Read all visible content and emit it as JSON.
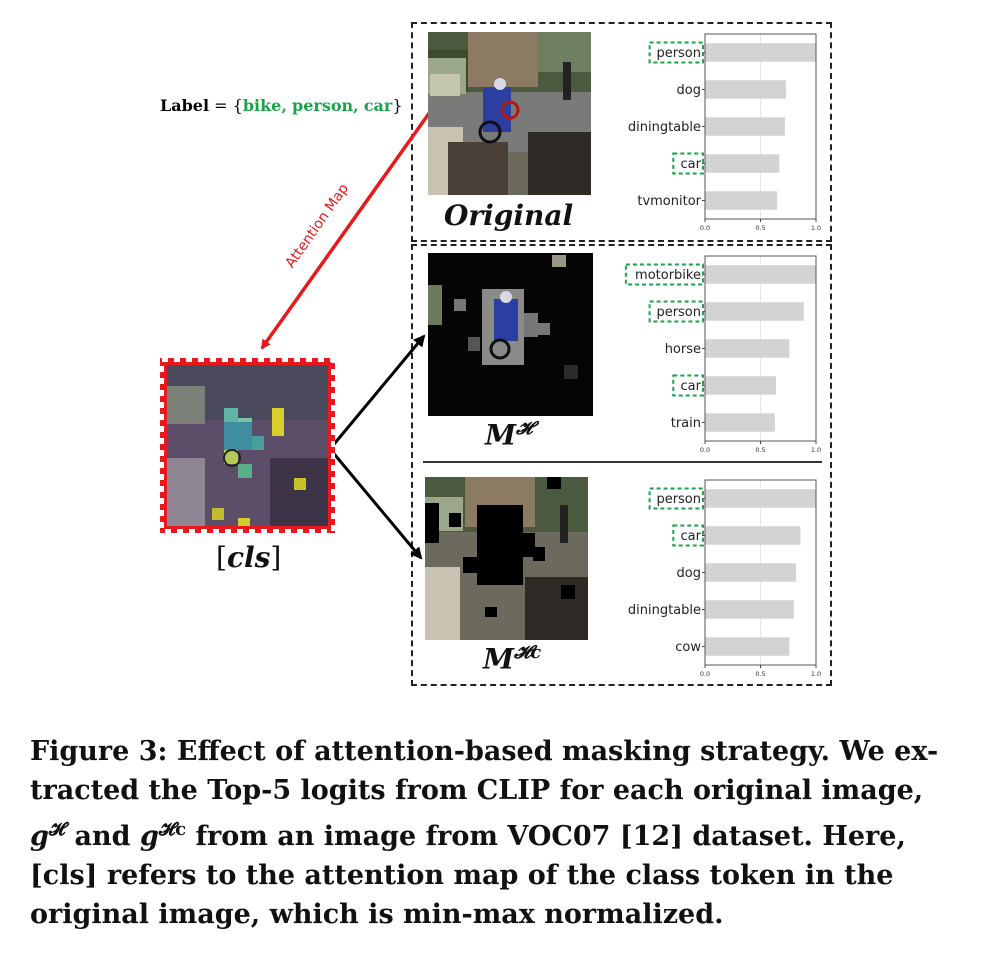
{
  "label_line": {
    "prefix": "Label",
    "eq": " = {",
    "items": [
      "bike,",
      "person,",
      "car"
    ],
    "suffix": "}"
  },
  "arrow_label": "Attention Map",
  "panels": {
    "original_label": "Original",
    "mh_label": "M",
    "mh_sup": "𝓗",
    "mhc_label": "M",
    "mhc_sup": "𝓗c",
    "cls_label": "cls"
  },
  "chart_data": [
    {
      "type": "bar",
      "orientation": "horizontal",
      "categories": [
        "person",
        "dog",
        "diningtable",
        "car",
        "tvmonitor"
      ],
      "values": [
        1.0,
        0.73,
        0.72,
        0.67,
        0.65
      ],
      "highlighted": [
        "person",
        "car"
      ],
      "xlim": [
        0,
        1.0
      ],
      "xticks": [
        "0.0",
        "0.5",
        "1.0"
      ]
    },
    {
      "type": "bar",
      "orientation": "horizontal",
      "categories": [
        "motorbike",
        "person",
        "horse",
        "car",
        "train"
      ],
      "values": [
        1.0,
        0.89,
        0.76,
        0.64,
        0.63
      ],
      "highlighted": [
        "motorbike",
        "person",
        "car"
      ],
      "xlim": [
        0,
        1.0
      ],
      "xticks": [
        "0.0",
        "0.5",
        "1.0"
      ]
    },
    {
      "type": "bar",
      "orientation": "horizontal",
      "categories": [
        "person",
        "car",
        "dog",
        "diningtable",
        "cow"
      ],
      "values": [
        1.0,
        0.86,
        0.82,
        0.8,
        0.76
      ],
      "highlighted": [
        "person",
        "car"
      ],
      "xlim": [
        0,
        1.0
      ],
      "xticks": [
        "0.0",
        "0.5",
        "1.0"
      ]
    }
  ],
  "caption": {
    "line1": "Figure 3: Effect of attention-based masking strategy. We ex-",
    "line2": "tracted the Top-5 logits from CLIP for each original image,",
    "line3_a": "g",
    "line3_sup1": "𝓗",
    "line3_b": " and ",
    "line3_c": "g",
    "line3_sup2": "𝓗c",
    "line3_d": " from an image from VOC07 [12] dataset. Here,",
    "line4": "[cls] refers to the attention map of the class token in the",
    "line5": "original image, which is min-max normalized."
  },
  "colors": {
    "accent_green": "#1aa34a",
    "arrow_red": "#e8181c",
    "bar_gray": "#d3d3d3"
  }
}
